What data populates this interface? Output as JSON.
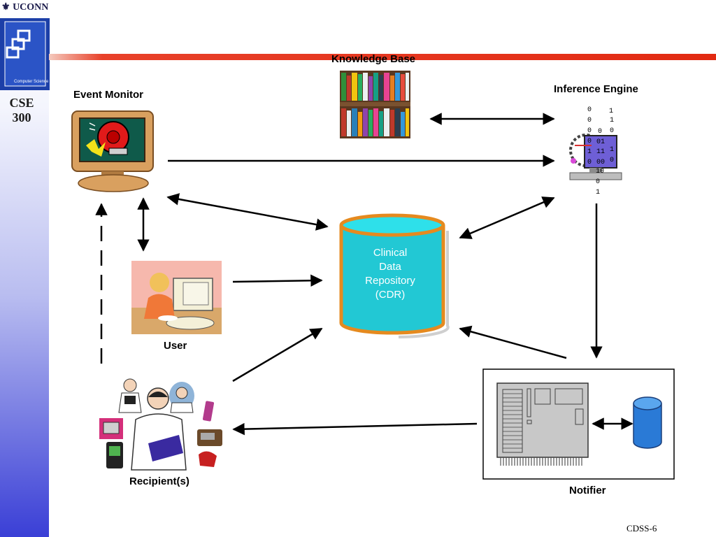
{
  "header": {
    "brand": "UCONN",
    "course": "CSE 300"
  },
  "diagram": {
    "knowledge_base": "Knowledge Base",
    "event_monitor": "Event Monitor",
    "inference_engine": "Inference Engine",
    "cdr": [
      "Clinical",
      "Data",
      "Repository",
      "(CDR)"
    ],
    "user": "User",
    "recipients": "Recipient(s)",
    "notifier": "Notifier",
    "binary_digits": [
      "0",
      "1",
      "0",
      "0",
      "1",
      "0",
      "0",
      "0",
      "01",
      "1",
      "11",
      "1",
      "0",
      "00",
      "0",
      "10",
      "0",
      "1"
    ]
  },
  "footer": {
    "slide_number": "CDSS-6"
  },
  "colors": {
    "accent_red": "#e22a12",
    "cdr_fill": "#22c8d4",
    "cdr_rim": "#e58a1f",
    "sidebar_blue": "#3a3fd6"
  }
}
